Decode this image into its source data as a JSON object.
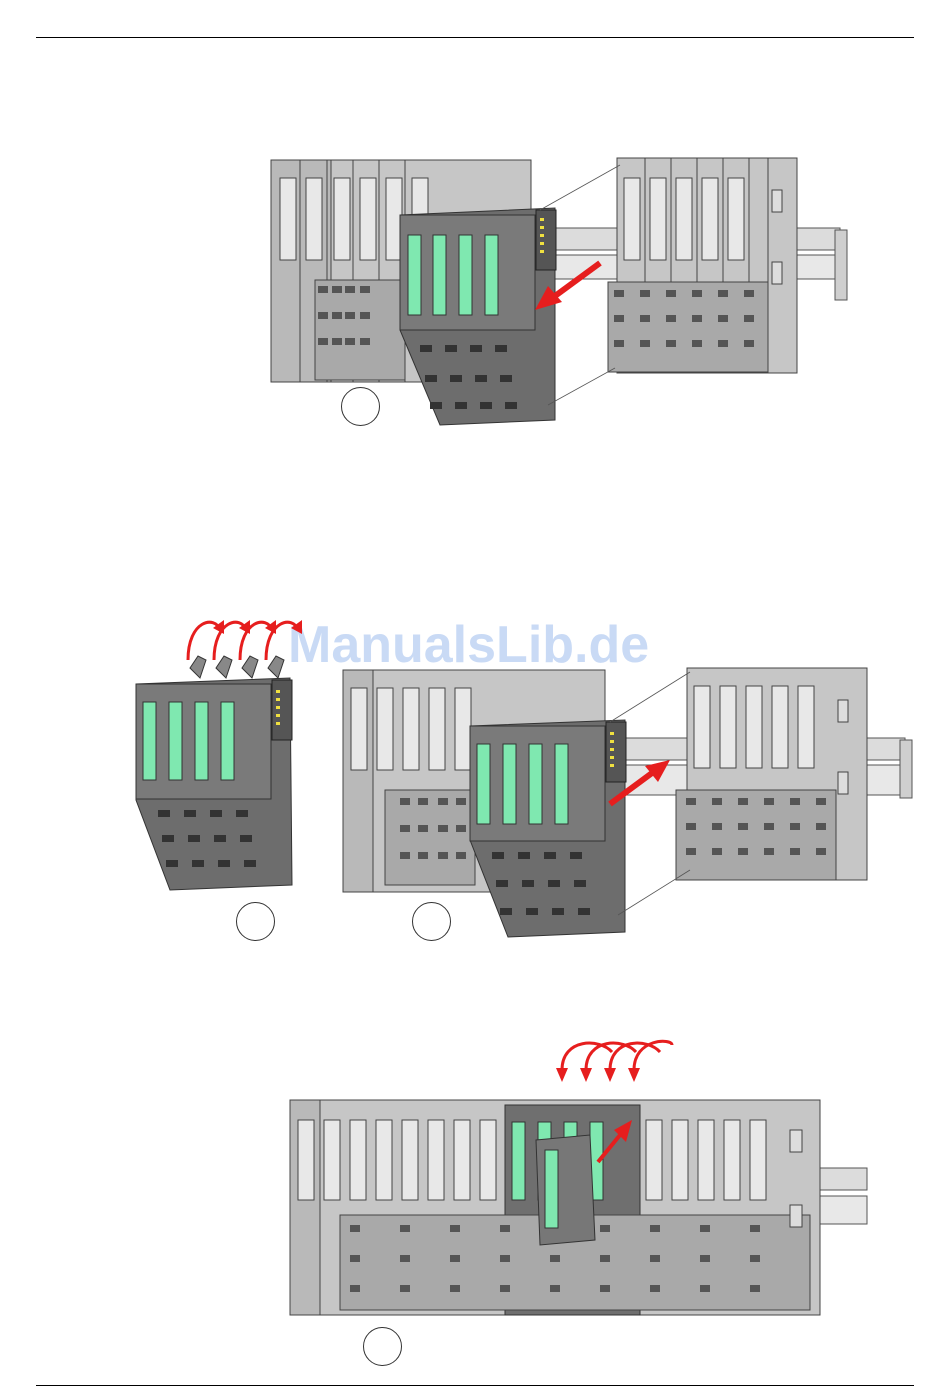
{
  "page": {
    "watermark": "ManualsLib.de"
  },
  "figures": [
    {
      "id": "remove-step-1",
      "step_circles": 1,
      "arrow": "insert-arrow"
    },
    {
      "id": "remove-step-2",
      "step_circles": 2,
      "arrow": "pull-arrow"
    },
    {
      "id": "remove-step-3",
      "step_circles": 1,
      "arrow": "swing-arrow"
    }
  ],
  "colors": {
    "module_light": "#c8c8c8",
    "module_mid": "#a8a8a8",
    "module_dark": "#6e6e6e",
    "label_green": "#7fe8b0",
    "arrow_red": "#e61e1e",
    "rail": "#d8d8d8"
  }
}
